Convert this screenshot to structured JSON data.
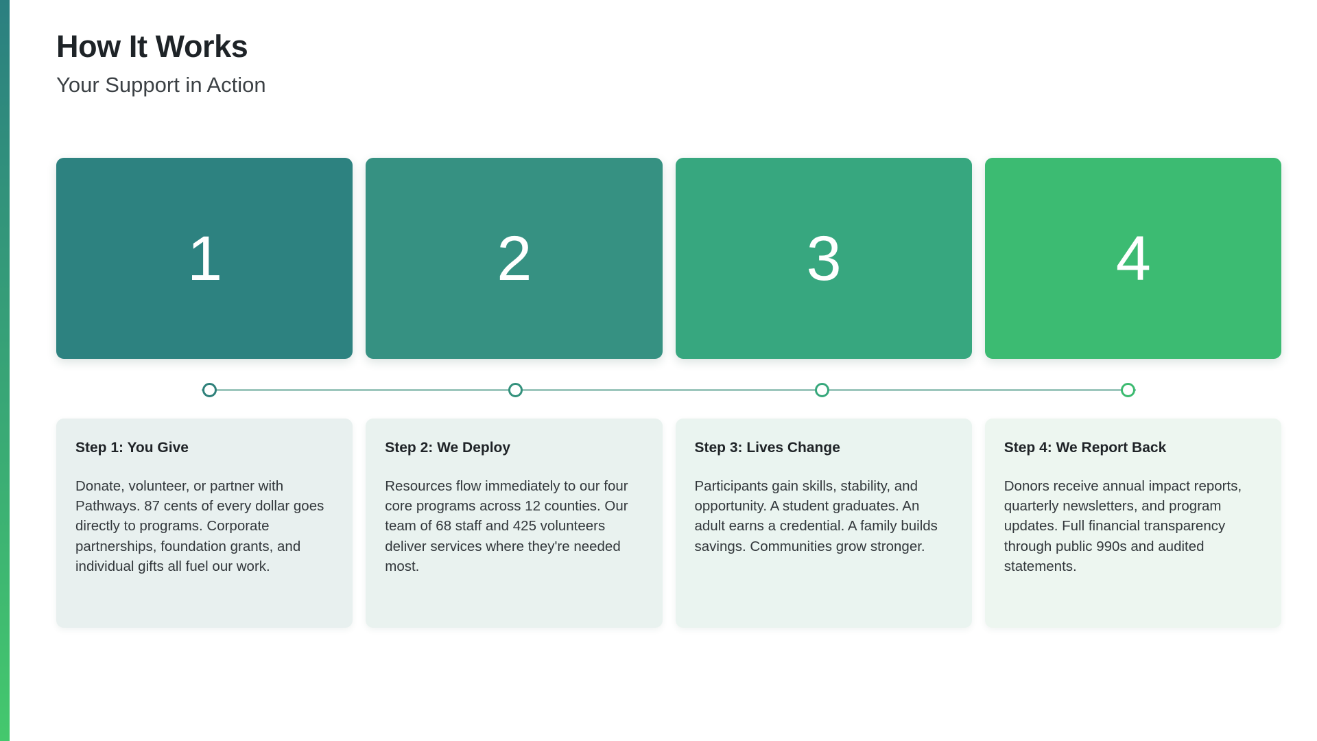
{
  "header": {
    "title": "How It Works",
    "subtitle": "Your Support in Action"
  },
  "theme": {
    "page_background": "#ffffff",
    "accent_bar_top": "#2b7f80",
    "accent_bar_bottom": "#44c86d",
    "timeline_line": "#9cc6bc",
    "title_color": "#1e2327",
    "subtitle_color": "#3b4044"
  },
  "steps": [
    {
      "number": "1",
      "card_color": "#2d8280",
      "dot_color": "#2e807a",
      "panel_color": "#e8f0ef",
      "title": "Step 1: You Give",
      "body": "Donate, volunteer, or partner with Pathways. 87 cents of every dollar goes directly to programs. Corporate partnerships, foundation grants, and individual gifts all fuel our work."
    },
    {
      "number": "2",
      "card_color": "#369182",
      "dot_color": "#33917c",
      "panel_color": "#e9f2ef",
      "title": "Step 2: We Deploy",
      "body": "Resources flow immediately to our four core programs across 12 counties. Our team of 68 staff and 425 volunteers deliver services where they're needed most."
    },
    {
      "number": "3",
      "card_color": "#37a77f",
      "dot_color": "#37a87c",
      "panel_color": "#eaf4f0",
      "title": "Step 3: Lives Change",
      "body": "Participants gain skills, stability, and opportunity. A student graduates. An adult earns a credential. A family builds savings. Communities grow stronger."
    },
    {
      "number": "4",
      "card_color": "#3cbb72",
      "dot_color": "#3dbb71",
      "panel_color": "#edf6f0",
      "title": "Step 4: We Report Back",
      "body": "Donors receive annual impact reports, quarterly newsletters, and program updates. Full financial transparency through public 990s and audited statements."
    }
  ]
}
